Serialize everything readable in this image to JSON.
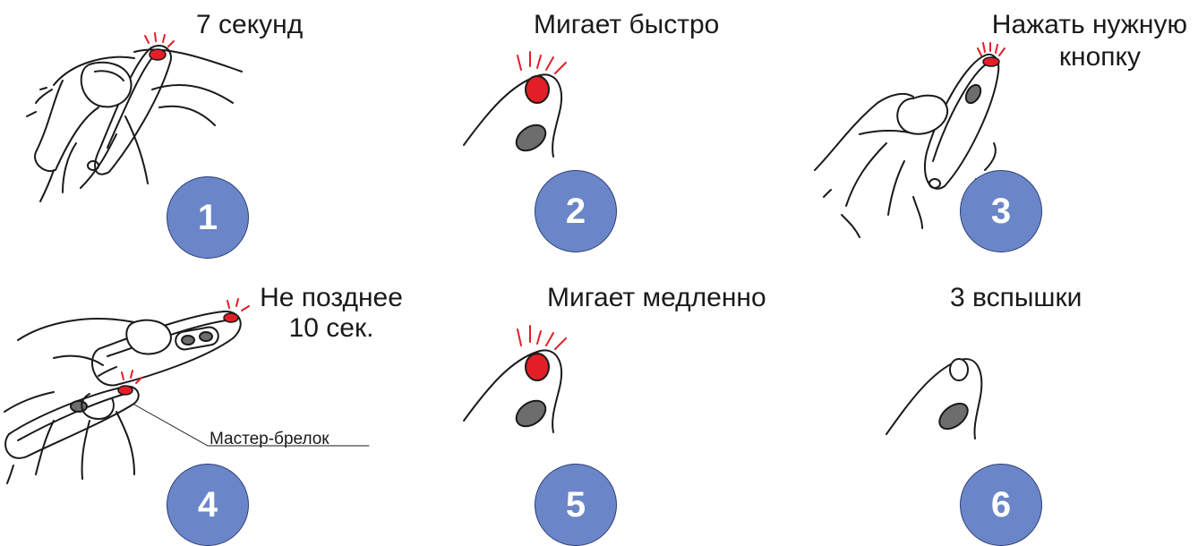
{
  "steps": [
    {
      "number": "1",
      "caption": "7 секунд"
    },
    {
      "number": "2",
      "caption": "Мигает быстро"
    },
    {
      "number": "3",
      "caption_line1": "Нажать нужную",
      "caption_line2": "кнопку"
    },
    {
      "number": "4",
      "caption_line1": "Не позднее",
      "caption_line2": "10 сек.",
      "master_label": "Мастер-брелок"
    },
    {
      "number": "5",
      "caption": "Мигает медленно"
    },
    {
      "number": "6",
      "caption": "3 вспышки"
    }
  ],
  "colors": {
    "badge_fill": "#6a86c8",
    "led_red": "#e41e26",
    "button_gray": "#6d6d6d",
    "outline": "#1a1a1a"
  },
  "icons": [
    "hand-holding-keyfob",
    "fingertip-with-led",
    "blink-rays"
  ]
}
